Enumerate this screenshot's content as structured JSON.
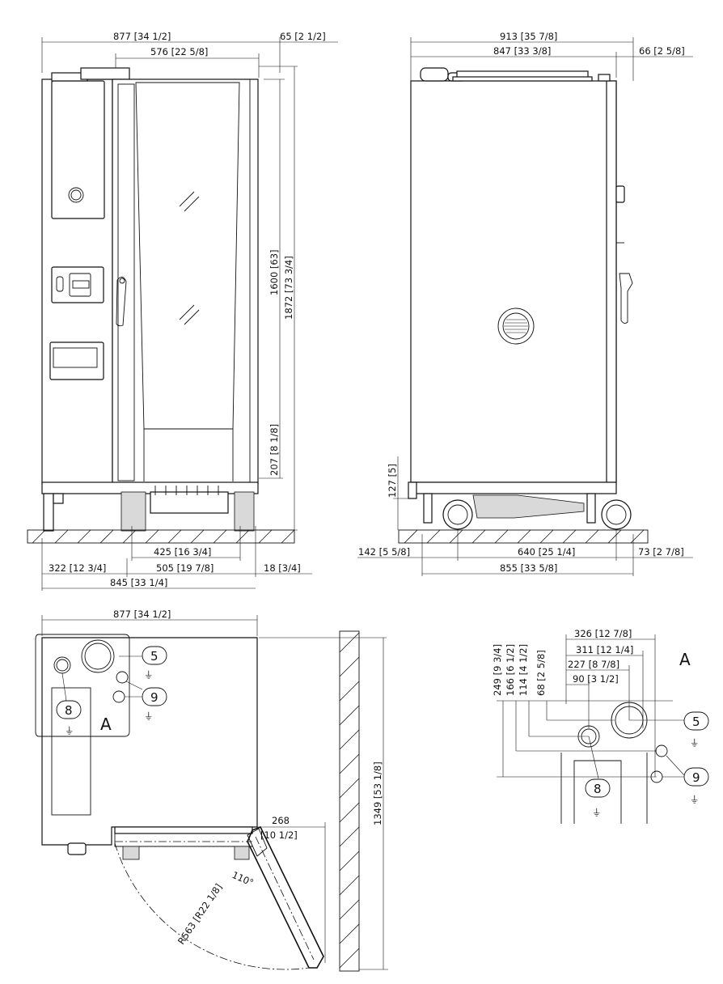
{
  "front_view": {
    "dims": {
      "overall_width": "877 [34 1/2]",
      "door_offset": "65 [2 1/2]",
      "door_width": "576 [22 5/8]",
      "height_a": "1600 [63]",
      "height_b": "1872 [73 3/4]",
      "foot_height": "207 [8 1/8]",
      "wheel_track": "425 [16 3/4]",
      "base_left": "322 [12 3/4]",
      "base_mid": "505 [19 7/8]",
      "base_right": "18 [3/4]",
      "base_total": "845 [33 1/4]"
    }
  },
  "side_view": {
    "dims": {
      "overall_depth": "913 [35 7/8]",
      "body_depth": "847 [33 3/8]",
      "handle_depth": "66 [2 5/8]",
      "foot_height": "127 [5]",
      "front_offset": "142 [5 5/8]",
      "wheel_base": "640 [25 1/4]",
      "rear_offset": "73 [2 7/8]",
      "base_total": "855 [33 5/8]"
    }
  },
  "plan_view": {
    "dims": {
      "overall_width": "877 [34 1/2]",
      "wall_clearance_mm": "268",
      "wall_clearance_in": "[10 1/2]",
      "depth_swing": "1349 [53 1/8]",
      "door_radius": "R563 [R22 1/8]",
      "door_angle": "110°"
    },
    "labels": {
      "detail": "A",
      "c5": "5",
      "c8": "8",
      "c9": "9"
    }
  },
  "detail_a": {
    "dims": {
      "w326": "326 [12 7/8]",
      "w311": "311 [12 1/4]",
      "w227": "227 [8 7/8]",
      "w90": "90 [3 1/2]",
      "h249": "249 [9 3/4]",
      "h166": "166 [6 1/2]",
      "h114": "114 [4 1/2]",
      "h68": "68 [2 5/8]"
    },
    "labels": {
      "detail": "A",
      "c5": "5",
      "c8": "8",
      "c9": "9"
    }
  },
  "symbols": {
    "ground": "⏚"
  }
}
